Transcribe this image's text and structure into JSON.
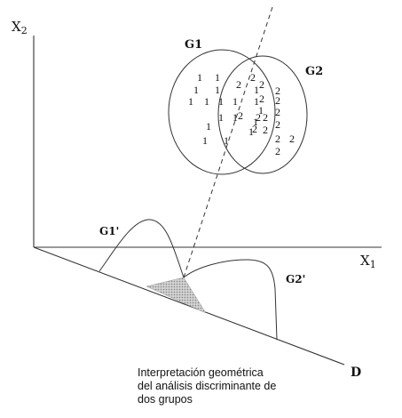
{
  "axes": {
    "x_label": "X",
    "x_sub": "1",
    "y_label": "X",
    "y_sub": "2",
    "discriminant_label": "D"
  },
  "groups": {
    "g1_label": "G1",
    "g2_label": "G2",
    "g1_proj_label": "G1'",
    "g2_proj_label": "G2'",
    "points": [
      {
        "text": "1",
        "group": "1"
      },
      {
        "text": "1",
        "group": "1"
      },
      {
        "text": "1",
        "group": "1"
      },
      {
        "text": "1",
        "group": "1"
      },
      {
        "text": "1",
        "group": "1"
      },
      {
        "text": "1",
        "group": "1"
      },
      {
        "text": "1",
        "group": "1"
      },
      {
        "text": "1",
        "group": "1"
      },
      {
        "text": "1",
        "group": "1"
      },
      {
        "text": "1",
        "group": "1"
      },
      {
        "text": "1",
        "group": "1"
      },
      {
        "text": "1",
        "group": "1"
      },
      {
        "text": "1",
        "group": "1"
      },
      {
        "text": "1",
        "group": "1"
      },
      {
        "text": "1",
        "group": "1"
      },
      {
        "text": "1",
        "group": "1"
      },
      {
        "text": "1",
        "group": "1"
      },
      {
        "text": "1",
        "group": "1"
      },
      {
        "text": "2",
        "group": "2"
      },
      {
        "text": "2",
        "group": "2"
      },
      {
        "text": "2",
        "group": "2"
      },
      {
        "text": "2",
        "group": "2"
      },
      {
        "text": "2",
        "group": "2"
      },
      {
        "text": "2",
        "group": "2"
      },
      {
        "text": "2",
        "group": "2"
      },
      {
        "text": "2",
        "group": "2"
      },
      {
        "text": "2",
        "group": "2"
      },
      {
        "text": "2",
        "group": "2"
      },
      {
        "text": "2",
        "group": "2"
      },
      {
        "text": "2",
        "group": "2"
      },
      {
        "text": "2",
        "group": "2"
      },
      {
        "text": "2",
        "group": "2"
      },
      {
        "text": "2",
        "group": "2"
      },
      {
        "text": "2",
        "group": "2"
      }
    ]
  },
  "caption": {
    "line1": "Interpretación geométrica",
    "line2": "del análisis discriminante de",
    "line3": "dos grupos"
  },
  "colors": {
    "line": "#333333",
    "overlap_fill": "#b8b8b8"
  }
}
